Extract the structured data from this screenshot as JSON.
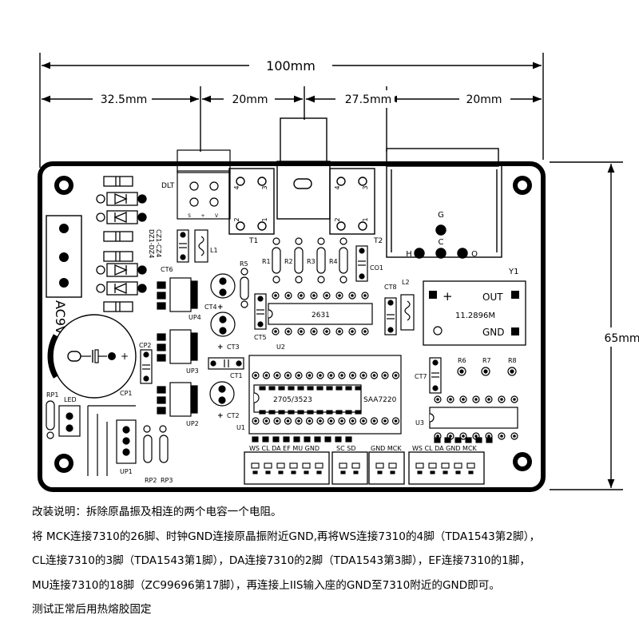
{
  "dimensions": {
    "total_width": "100mm",
    "segment_1": "32.5mm",
    "segment_2": "20mm",
    "segment_3": "27.5mm",
    "segment_4": "20mm",
    "height": "65mm"
  },
  "board": {
    "power_label": "AC9V",
    "dlt_label": "DLT",
    "dlt_pins": [
      "S",
      "+",
      "V"
    ],
    "t1_label": "T1",
    "t2_label": "T2",
    "transformer_pins": [
      "4",
      "3",
      "2",
      "1"
    ],
    "jack_pins": [
      "G",
      "C",
      "H",
      "O"
    ],
    "crystal_label": "Y1",
    "crystal_out": "OUT",
    "crystal_gnd": "GND",
    "crystal_freq": "11.2896M",
    "crystal_plus": "+",
    "zener_label_1": "DZ1-DZ4",
    "zener_label_2": "CZ1-CZ4",
    "l1": "L1",
    "l2": "L2",
    "ct6": "CT6",
    "ct8": "CT8",
    "ct4": "CT4",
    "ct3": "CT3",
    "ct2": "CT2",
    "ct1": "CT1",
    "ct5": "CT5",
    "ct7": "CT7",
    "co1": "CO1",
    "r5": "R5",
    "r1": "R1",
    "r2": "R2",
    "r3": "R3",
    "r4": "R4",
    "r6": "R6",
    "r7": "R7",
    "r8": "R8",
    "up4": "UP4",
    "up3": "UP3",
    "up2": "UP2",
    "up1": "UP1",
    "u1": "U1",
    "u2": "U2",
    "u3": "U3",
    "cp1": "CP1",
    "cp2": "CP2",
    "rp1": "RP1",
    "rp2": "RP2",
    "rp3": "RP3",
    "led": "LED",
    "chip_2631": "2631",
    "chip_main": "2705/3523",
    "chip_saa": "SAA7220",
    "plus_sign": "+",
    "conn_1": "WS CL DA  EF  MU GND",
    "conn_2": "SC  SD",
    "conn_3": "GND  MCK",
    "conn_4": "WS  CL  DA  GND MCK"
  },
  "notes": [
    "改装说明：拆除原晶振及相连的两个电容一个电阻。",
    "将 MCK连接7310的26脚、时钟GND连接原晶振附近GND,再将WS连接7310的4脚（TDA1543第2脚），",
    "CL连接7310的3脚（TDA1543第1脚），DA连接7310的2脚（TDA1543第3脚），EF连接7310的1脚，",
    "MU连接7310的18脚（ZC99696第17脚），再连接上IIS输入座的GND至7310附近的GND即可。",
    "测试正常后用热熔胶固定"
  ]
}
